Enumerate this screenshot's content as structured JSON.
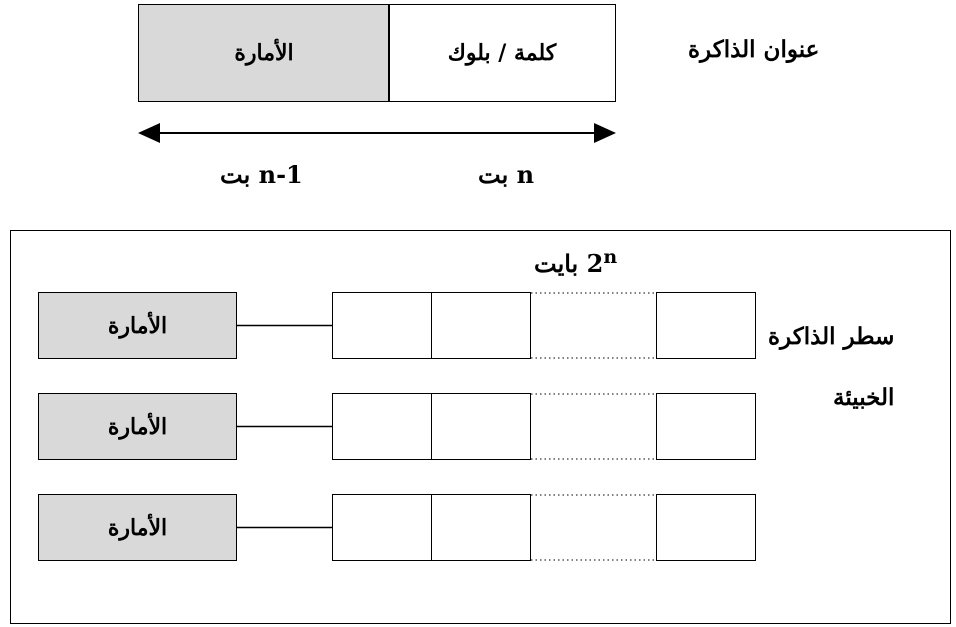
{
  "address": {
    "label": "عنوان الذاكرة",
    "tag_field": "الأمارة",
    "word_field": "كلمة / بلوك",
    "bits_tag": "1-n بت",
    "bits_word": "n بت"
  },
  "cache": {
    "bytes_base": "2",
    "bytes_exp": "n",
    "bytes_unit": "بايت",
    "line_label": [
      "سطر الذاكرة",
      "الخبيئة"
    ],
    "rows": [
      {
        "tag": "الأمارة"
      },
      {
        "tag": "الأمارة"
      },
      {
        "tag": "الأمارة"
      }
    ]
  },
  "colors": {
    "tag_fill": "#d9d9d9",
    "stroke": "#000000"
  }
}
